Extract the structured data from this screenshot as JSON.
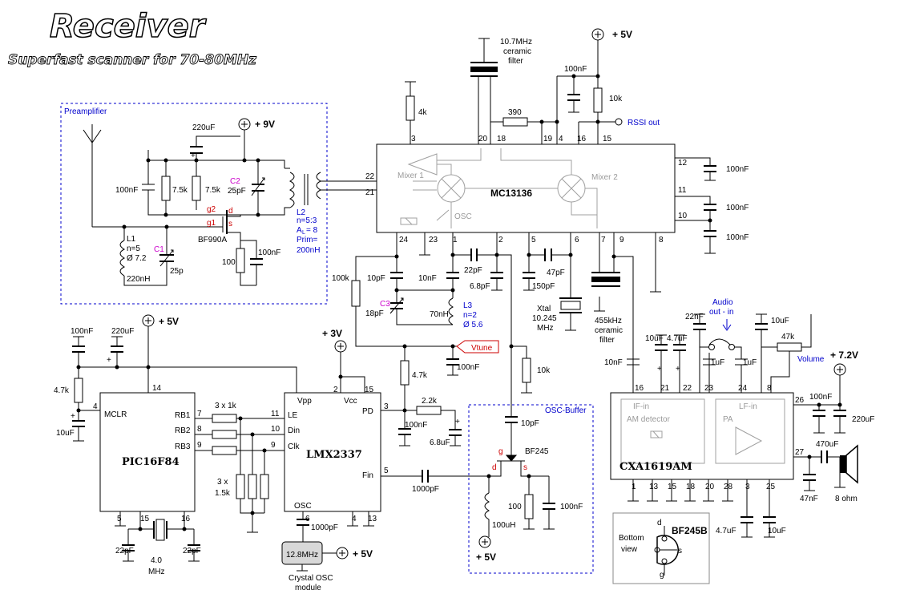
{
  "title": "Receiver",
  "subtitle": "Superfast scanner for 70-80MHz",
  "blocks": {
    "preamp": "Preamplifier",
    "osc_buffer": "OSC-Buffer"
  },
  "chips": {
    "mc": "MC13136",
    "pic": "PIC16F84",
    "lmx": "LMX2337",
    "cxa": "CXA1619AM",
    "xo": "12.8MHz",
    "xo_caption1": "Crystal OSC",
    "xo_caption2": "module"
  },
  "mc_inner": {
    "mixer1": "Mixer 1",
    "mixer2": "Mixer 2",
    "osc": "OSC"
  },
  "cxa_inner": {
    "if_in": "IF-in",
    "lf_in": "LF-in",
    "am_det": "AM detector",
    "pa": "PA"
  },
  "pic_pins": {
    "mclr": "MCLR",
    "rb1": "RB1",
    "rb2": "RB2",
    "rb3": "RB3",
    "p4": "4",
    "p14": "14",
    "p5": "5",
    "p15": "15",
    "p16": "16",
    "p7": "7",
    "p8": "8",
    "p9": "9"
  },
  "lmx_pins": {
    "vpp": "Vpp",
    "vcc": "Vcc",
    "le": "LE",
    "din": "Din",
    "clk": "Clk",
    "pd": "PD",
    "fin": "Fin",
    "osc": "OSC",
    "p2": "2",
    "p15": "15",
    "p11": "11",
    "p10": "10",
    "p3": "3",
    "p5": "5",
    "p6": "6",
    "p4": "4",
    "p13": "13",
    "p9": "9"
  },
  "mc_pins": [
    "3",
    "20",
    "18",
    "19",
    "4",
    "16",
    "15",
    "22",
    "21",
    "12",
    "11",
    "10",
    "24",
    "23",
    "1",
    "2",
    "5",
    "6",
    "7",
    "9",
    "8"
  ],
  "cxa_pins": [
    "16",
    "21",
    "22",
    "23",
    "24",
    "8",
    "26",
    "27",
    "1",
    "13",
    "15",
    "18",
    "20",
    "28",
    "3",
    "25"
  ],
  "power": {
    "v9": "+ 9V",
    "v5_top": "+ 5V",
    "v5_pic": "+ 5V",
    "v3": "+ 3V",
    "v72": "+ 7.2V",
    "v5_xo": "+ 5V",
    "v5_buf": "+ 5V"
  },
  "labels": {
    "filter107": [
      "10.7MHz",
      "ceramic",
      "filter"
    ],
    "filter455": [
      "455kHz",
      "ceramic",
      "filter"
    ],
    "c_100nF": "100nF",
    "r_10k": "10k",
    "r_4k": "4k",
    "r_390": "390",
    "rssi": "RSSI out",
    "c_100nF_12": "100nF",
    "c_100nF_11": "100nF",
    "c_100nF_10": "100nF",
    "c_220uF": "220uF",
    "pre_100nF": "100nF",
    "pre_r1": "7.5k",
    "pre_r2": "7.5k",
    "c2": "C2",
    "c2_val": "25pF",
    "g2": "g2",
    "g1": "g1",
    "d": "d",
    "s": "s",
    "bf990": "BF990A",
    "l2": "L2",
    "l2_n": "n=5:3",
    "l2_al": "A",
    "l2_al_sub": "L",
    "l2_al_val": "= 8",
    "l2_prim": "Prim=",
    "l2_prim_val": "200nH",
    "l1": "L1",
    "l1_n": "n=5",
    "l1_d": "Ø 7.2",
    "l1_val": "220nH",
    "c1": "C1",
    "c1_val": "25p",
    "r_100": "100",
    "c_100nF_src": "100nF",
    "r_100k": "100k",
    "c_10pF_a": "10pF",
    "c_10nF": "10nF",
    "c_22pF": "22pF",
    "c_6p8pF": "6.8pF",
    "c_47pF": "47pF",
    "c_150pF": "150pF",
    "c3": "C3",
    "c3_val": "18pF",
    "l3_val": "70nH",
    "l3": "L3",
    "l3_n": "n=2",
    "l3_d": "Ø 5.6",
    "xtal": [
      "Xtal",
      "10.245",
      "MHz"
    ],
    "vtune": "Vtune",
    "r_4k7": "4.7k",
    "c_100nF_vt": "100nF",
    "r_10k_b": "10k",
    "r_2k2": "2.2k",
    "c_100nF_pd": "100nF",
    "c_6u8": "6.8uF",
    "c_10pF_b": "10pF",
    "bf245": "BF245",
    "g": "g",
    "d2": "d",
    "s2": "s",
    "r_100_b": "100",
    "c_100nF_b": "100nF",
    "l_100uH": "100uH",
    "c_1000pF": "1000pF",
    "c_1000pF_b": "1000pF",
    "c_100nF_pic": "100nF",
    "c_220uF_pic": "220uF",
    "r_4k7_pic": "4.7k",
    "c_10uF_pic": "10uF",
    "r_3x1k": "3 x 1k",
    "r_3x1k5": [
      "3 x",
      "1.5k"
    ],
    "c_22pF_a": "22pF",
    "c_22pF_b": "22pF",
    "xtal_pic": [
      "4.0",
      "MHz"
    ],
    "audio": [
      "Audio",
      "out - in"
    ],
    "c_22nF": "22nF",
    "c_10uF_a": "10uF",
    "c_4u7_a": "4.7uF",
    "c_1uF_a": "1uF",
    "c_1uF_b": "1uF",
    "c_10uF_b": "10uF",
    "r_47k": "47k",
    "volume": "Volume",
    "c_10nF_cxa": "10nF",
    "c_100nF_cxa": "100nF",
    "c_220uF_cxa": "220uF",
    "c_470uF": "470uF",
    "c_47nF": "47nF",
    "spk": "8 ohm",
    "c_4u7_b": "4.7uF",
    "c_10uF_c": "10uF",
    "bf245b": "BF245B",
    "bottom_view": [
      "Bottom",
      "view"
    ],
    "bd": "d",
    "bs": "s",
    "bg": "g",
    "plus": "+"
  }
}
